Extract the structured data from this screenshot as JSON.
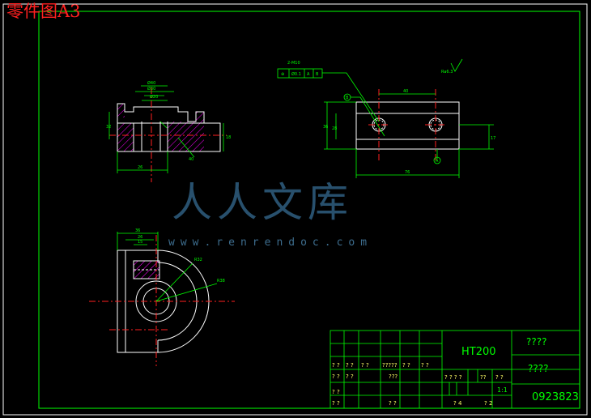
{
  "drawing_title": "零件图A3",
  "watermark": {
    "text": "人人文库",
    "url": "www.renrendoc.com"
  },
  "title_block": {
    "material": "HT200",
    "name_placeholder": "????",
    "company_placeholder": "????",
    "drawing_number": "0923823",
    "scale": "1:1"
  },
  "labels": {
    "tolerance_frame": [
      "⊕",
      "Ø0.1",
      "A",
      "B"
    ],
    "roughness_callout": "Ra6.3",
    "tolerance_note": "2-M10",
    "datum_a": "A",
    "datum_b": "B",
    "dims_front": [
      "Ø40",
      "Ø30",
      "Ø20",
      "32",
      "18",
      "26",
      "40"
    ],
    "dims_top": [
      "40",
      "76",
      "36",
      "28",
      "17"
    ],
    "dims_bottom": [
      "36",
      "26",
      "15",
      "R32",
      "R38"
    ]
  },
  "colors": {
    "border": "#00ff00",
    "lines": "#ffffff",
    "center": "#ff2020",
    "dims": "#00ff00",
    "hatch": "#ff00ff",
    "text": "#ffff00"
  }
}
